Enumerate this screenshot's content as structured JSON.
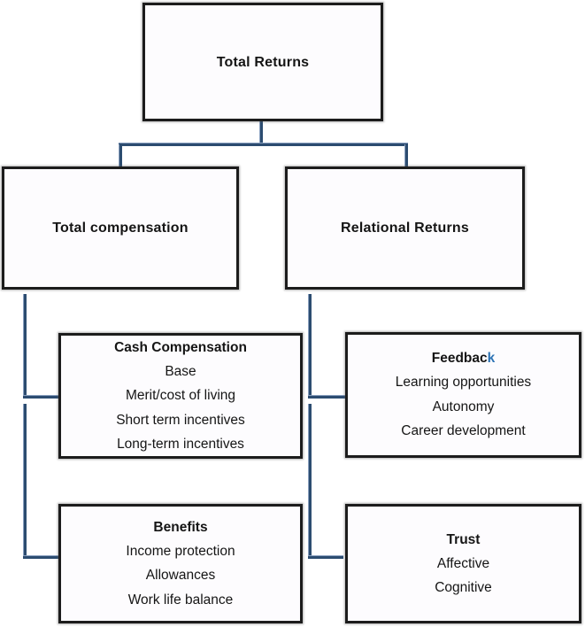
{
  "colors": {
    "connector": "#2c4c70",
    "connector_highlight": "#8aa0bf",
    "box_border": "#1c1c1c",
    "box_fill": "#fdfcfe",
    "text": "#151515",
    "feedback_k_accent": "#2e74b5"
  },
  "root": {
    "label": "Total Returns"
  },
  "branches": {
    "compensation": {
      "label": "Total compensation"
    },
    "relational": {
      "label": "Relational Returns"
    }
  },
  "leaves": {
    "cash": {
      "title": "Cash Compensation",
      "items": [
        "Base",
        "Merit/cost of living",
        "Short term incentives",
        "Long-term incentives"
      ]
    },
    "benefits": {
      "title": "Benefits",
      "items": [
        "Income protection",
        "Allowances",
        "Work life balance"
      ]
    },
    "feedback": {
      "title_main": "Feedbac",
      "title_accent": "k",
      "items": [
        "Learning opportunities",
        "Autonomy",
        "Career development"
      ]
    },
    "trust": {
      "title": "Trust",
      "items": [
        "Affective",
        "Cognitive"
      ]
    }
  }
}
